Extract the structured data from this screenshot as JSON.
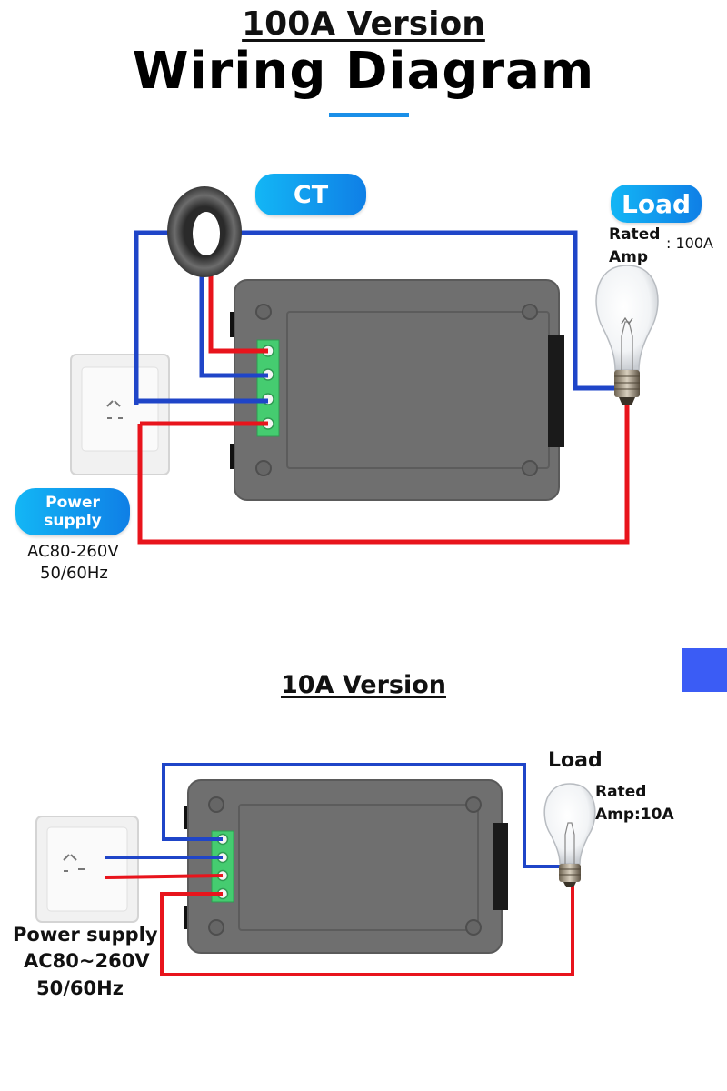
{
  "header": {
    "version_100a": "100A Version",
    "title": "Wiring Diagram"
  },
  "diagram_100a": {
    "ct_label": "CT",
    "load_label": "Load",
    "rated_amp_label_line1": "Rated",
    "rated_amp_label_line2": "Amp",
    "rated_amp_value": ": 100A",
    "power_supply_line1": "Power",
    "power_supply_line2": "supply",
    "voltage": "AC80-260V",
    "frequency": "50/60Hz"
  },
  "diagram_10a": {
    "version_label": "10A Version",
    "load_label": "Load",
    "rated_line1": "Rated",
    "rated_line2": "Amp:10A",
    "power_supply": "Power supply",
    "voltage": "AC80~260V",
    "frequency": "50/60Hz"
  },
  "colors": {
    "wire_blue": "#1f45c8",
    "wire_red": "#e8141c",
    "meter_body": "#6f6f6f",
    "terminal_green": "#45cc70",
    "accent": "#1a8fe8"
  }
}
